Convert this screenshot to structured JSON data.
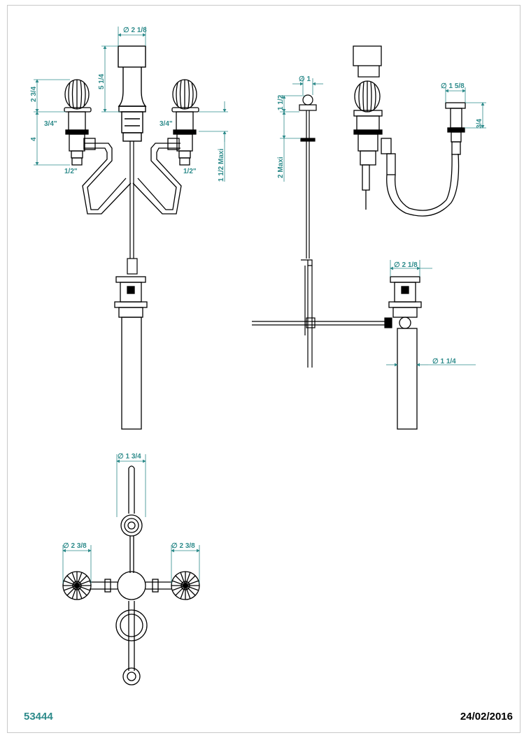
{
  "colors": {
    "dimension": "#2e8b8b",
    "outline": "#000000",
    "frame": "#c8c8c8"
  },
  "footer": {
    "reference": "53444",
    "date": "24/02/2016"
  },
  "front_view": {
    "spout_diameter": "2 1/8",
    "spout_height": "5 1/4",
    "handle_height": "2 3/4",
    "body_height": "4",
    "left_inlet": "3/4\"",
    "right_inlet": "3/4\"",
    "left_outlet": "1/2\"",
    "right_outlet": "1/2\"",
    "deck_thickness": "1 1/2  Maxi"
  },
  "side_view": {
    "pop_up_knob_diameter": "1",
    "pop_up_knob_height": "1 1/2",
    "pop_up_deck": "2  Maxi",
    "handle_diameter": "1 5/8",
    "handle_base_height": "3/4",
    "drain_top_diameter": "2 1/8",
    "drain_tail_diameter": "1 1/4"
  },
  "top_view": {
    "spout_diameter": "1 3/4",
    "left_handle_diameter": "2 3/8",
    "right_handle_diameter": "2 3/8"
  }
}
